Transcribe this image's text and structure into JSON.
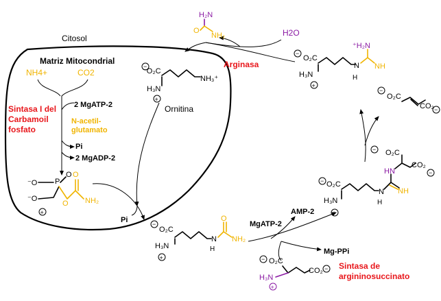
{
  "labels": {
    "citosol": "Citosol",
    "matriz": "Matriz Mitocondrial",
    "nh4": "NH4+",
    "co2": "CO2",
    "sintasa_cp_1": "Sintasa I del",
    "sintasa_cp_2": "Carbamoil",
    "sintasa_cp_3": "fosfato",
    "mgatp_2": "2 MgATP-2",
    "nag_1": "N-acetil-",
    "nag_2": "glutamato",
    "pi_1": "Pi",
    "mgadp_2": "2 MgADP-2",
    "ornitina": "Ornitina",
    "pi_2": "Pi",
    "arginasa": "Arginasa",
    "h2o": "H2O",
    "mgatp": "MgATP-2",
    "amp": "AMP-2",
    "mgppi": "Mg-PPi",
    "sintasa_as_1": "Sintasa de",
    "sintasa_as_2": "argininosuccinato"
  },
  "colors": {
    "enzyme": "#e8161b",
    "carbamoyl": "#f0b400",
    "aspartate_n": "#8a1aa3"
  }
}
